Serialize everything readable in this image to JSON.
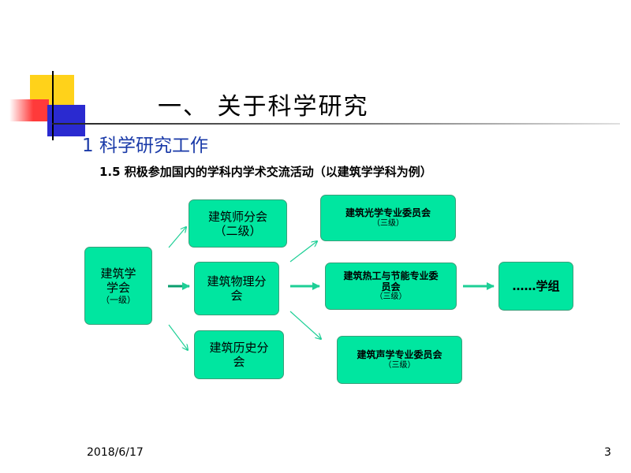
{
  "slide": {
    "title": "一、 关于科学研究",
    "subtitle": "1  科学研究工作",
    "subsubtitle": "1.5 积极参加国内的学科内学术交流活动（以建筑学学科为例）"
  },
  "diagram": {
    "root": {
      "line1": "建筑学",
      "line2": "学会",
      "level": "（一级）"
    },
    "branches": [
      {
        "line1": "建筑师分会",
        "line2": "（二级）"
      },
      {
        "line1": "建筑物理分",
        "line2": "会"
      },
      {
        "line1": "建筑历史分",
        "line2": "会"
      }
    ],
    "committees": [
      {
        "line1": "建筑光学专业委员会",
        "line2": "（三级）"
      },
      {
        "line1": "建筑热工与节能专业委",
        "line2": "员会",
        "level": "（三级）"
      },
      {
        "line1": "建筑声学专业委员会",
        "line2": "（三级）"
      }
    ],
    "group": {
      "label": "……学组"
    },
    "colors": {
      "box_fill": "#00e6a0",
      "box_border": "#3aa07a",
      "arrow": "#1ecf96"
    }
  },
  "footer": {
    "date": "2018/6/17",
    "page": "3"
  }
}
